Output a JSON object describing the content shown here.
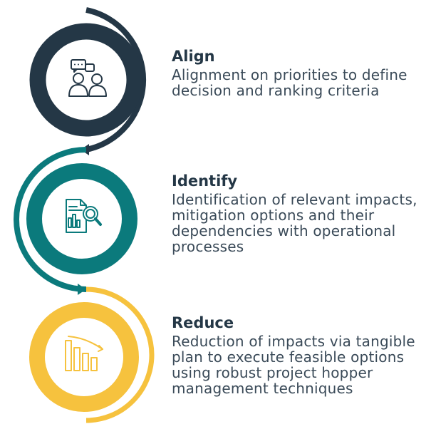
{
  "steps": [
    {
      "title": "Align",
      "description": "Alignment on priorities to define decision and ranking criteria",
      "color": "#243746",
      "icon": "people-chat-icon"
    },
    {
      "title": "Identify",
      "description": "Identification of relevant impacts, mitigation options and their dependencies with operational processes",
      "color": "#0b7a7c",
      "icon": "document-magnifier-icon"
    },
    {
      "title": "Reduce",
      "description": "Reduction of impacts via tangible plan to execute feasible options using robust project hopper management techniques",
      "color": "#f6c23e",
      "icon": "declining-bar-chart-icon"
    }
  ]
}
